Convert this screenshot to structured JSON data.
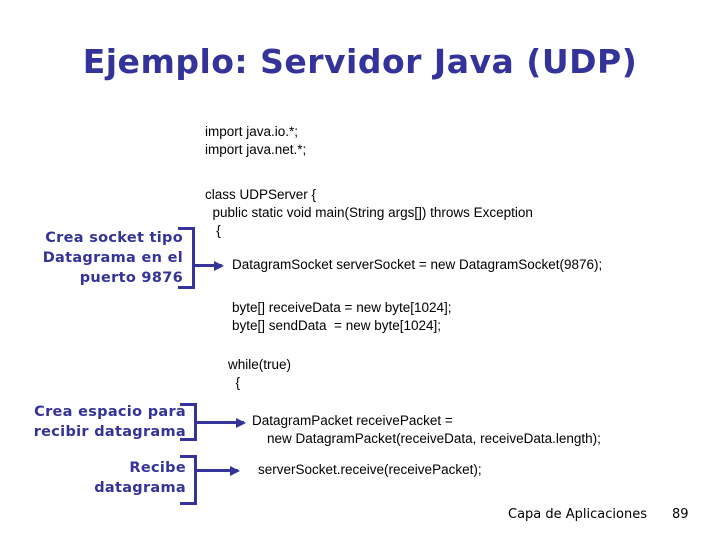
{
  "slide": {
    "title": "Ejemplo: Servidor Java (UDP)",
    "background_color": "#ffffff",
    "accent_color": "#333399",
    "code_color": "#000000"
  },
  "code": {
    "imports": "import java.io.*;\nimport java.net.*;",
    "class_header": "class UDPServer {\n  public static void main(String args[]) throws Exception\n   {",
    "create_socket": "DatagramSocket serverSocket = new DatagramSocket(9876);",
    "buffers": "byte[] receiveData = new byte[1024];\nbyte[] sendData  = new byte[1024];",
    "while_loop": "while(true)\n  {",
    "receive_packet_decl": "DatagramPacket receivePacket =\n    new DatagramPacket(receiveData, receiveData.length);",
    "receive_call": "serverSocket.receive(receivePacket);"
  },
  "callouts": [
    {
      "id": "socket",
      "text": "Crea socket tipo\nDatagrama en el\npuerto 9876"
    },
    {
      "id": "buffer",
      "text": "Crea espacio para\nrecibir datagrama"
    },
    {
      "id": "receive",
      "text": "Recibe\ndatagrama"
    }
  ],
  "footer": {
    "label": "Capa de Aplicaciones",
    "page_number": "89"
  }
}
